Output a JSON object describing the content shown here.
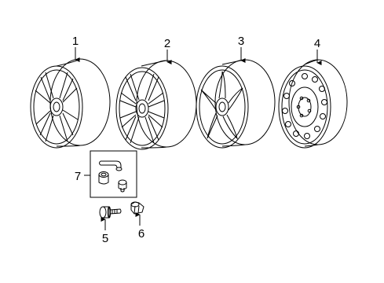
{
  "callouts": {
    "c1": "1",
    "c2": "2",
    "c3": "3",
    "c4": "4",
    "c5": "5",
    "c6": "6",
    "c7": "7"
  },
  "colors": {
    "line": "#000000",
    "background": "#ffffff"
  },
  "icons": {
    "wheel_1": "alloy-wheel-10-spoke-icon",
    "wheel_2": "alloy-wheel-split-spoke-icon",
    "wheel_3": "alloy-wheel-5-spoke-icon",
    "wheel_4": "steel-spare-wheel-icon",
    "part_5": "wheel-lug-bolt-icon",
    "part_6": "lug-nut-icon",
    "part_7": "locking-lug-kit-icon"
  }
}
